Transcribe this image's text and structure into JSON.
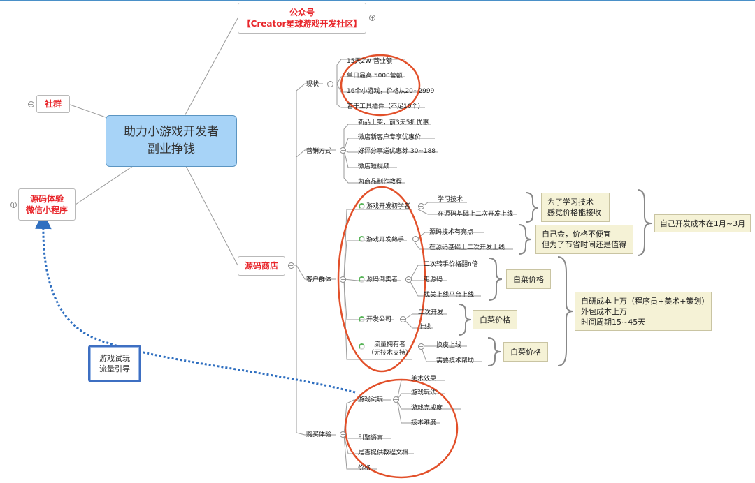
{
  "central": {
    "line1": "助力小游戏开发者",
    "line2": "副业挣钱"
  },
  "top_nodes": {
    "gongzhonghao": "公众号\n【Creator星球游戏开发社区】",
    "shequn": "社群",
    "yuanma_tiyan": "源码体验\n微信小程序",
    "yuanma_shangdian": "源码商店",
    "youxi_shiwan_box": "游戏试玩\n流量引导"
  },
  "categories": {
    "xianzhuang": "现状",
    "yingxiao": "营销方式",
    "kehu": "客户群体",
    "goumai": "购买体验"
  },
  "xianzhuang_items": [
    "15天2W 营业额",
    "单日最高 5000营额",
    "16个小游戏，价格从20~2999",
    "若干工具插件（不足10个）"
  ],
  "yingxiao_items": [
    "新品上架，前3天5折优惠",
    "微店新客户专享优惠价",
    "好评分享送优惠券 30~188",
    "微店短视频",
    "为商品制作教程"
  ],
  "kehu_groups": [
    {
      "name": "游戏开发初学者",
      "children": [
        "学习技术",
        "在源码基础上二次开发上线"
      ]
    },
    {
      "name": "游戏开发熟手",
      "children": [
        "源码技术有亮点",
        "在源码基础上二次开发上线"
      ]
    },
    {
      "name": "源码倒卖者",
      "children": [
        "二次转手价格翻n倍",
        "屯源码",
        "找关上线平台上线"
      ]
    },
    {
      "name": "开发公司",
      "children": [
        "二次开发",
        "上线"
      ]
    },
    {
      "name": "流量拥有者\n（无技术支持）",
      "children": [
        "换皮上线",
        "需要技术帮助"
      ]
    }
  ],
  "notes": {
    "xuexi": "为了学习技术\n感觉价格能接收",
    "ziji_hui": "自己会，价格不便宜\n但为了节省时间还是值得",
    "ziji_kaifa": "自己开发成本在1月~3月",
    "baicai_1": "白菜价格",
    "baicai_2": "白菜价格",
    "baicai_3": "白菜价格",
    "ziyan": "自研成本上万（程序员+美术+策划）\n外包成本上万\n时间周期15~45天"
  },
  "goumai": {
    "youxi_shiwan": "游戏试玩",
    "shiwan_children": [
      "美术效果",
      "游戏玩法",
      "游戏完成度",
      "技术难度"
    ],
    "others": [
      "引擎语言",
      "是否提供教程文档",
      "价格"
    ]
  },
  "colors": {
    "central_fill": "#a7d3f7",
    "highlight_red": "#e8262b",
    "circle_annotation": "#e2502a",
    "dotted_arrow": "#2f6fc0",
    "note_fill": "#f5f2d6"
  }
}
